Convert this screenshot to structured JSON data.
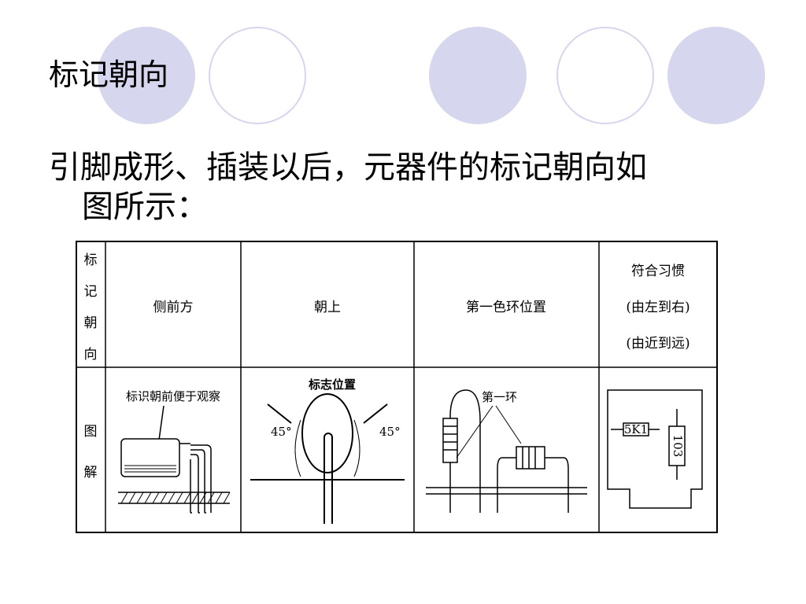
{
  "slide": {
    "title": "标记朝向",
    "body_line1": "引脚成形、插装以后，元器件的标记朝向如",
    "body_line2": "图所示："
  },
  "table": {
    "row_header_1": [
      "标",
      "记",
      "朝",
      "向"
    ],
    "row_header_2": [
      "图",
      "解"
    ],
    "col_headers": {
      "side_front": "侧前方",
      "up": "朝上",
      "first_band": "第一色环位置",
      "habit_line1": "符合习惯",
      "habit_line2": "(由左到右)",
      "habit_line3": "(由近到远)"
    },
    "diagrams": {
      "side_front_label": "标识朝前便于观察",
      "up_label": "标志位置",
      "angle_left": "45°",
      "angle_right": "45°",
      "first_band_label": "第一环",
      "resistor_h_label": "5K1",
      "resistor_v_label": "103"
    }
  },
  "colors": {
    "circle_fill": "#d6d6ee",
    "circle_ring": "#d6d6ee"
  }
}
